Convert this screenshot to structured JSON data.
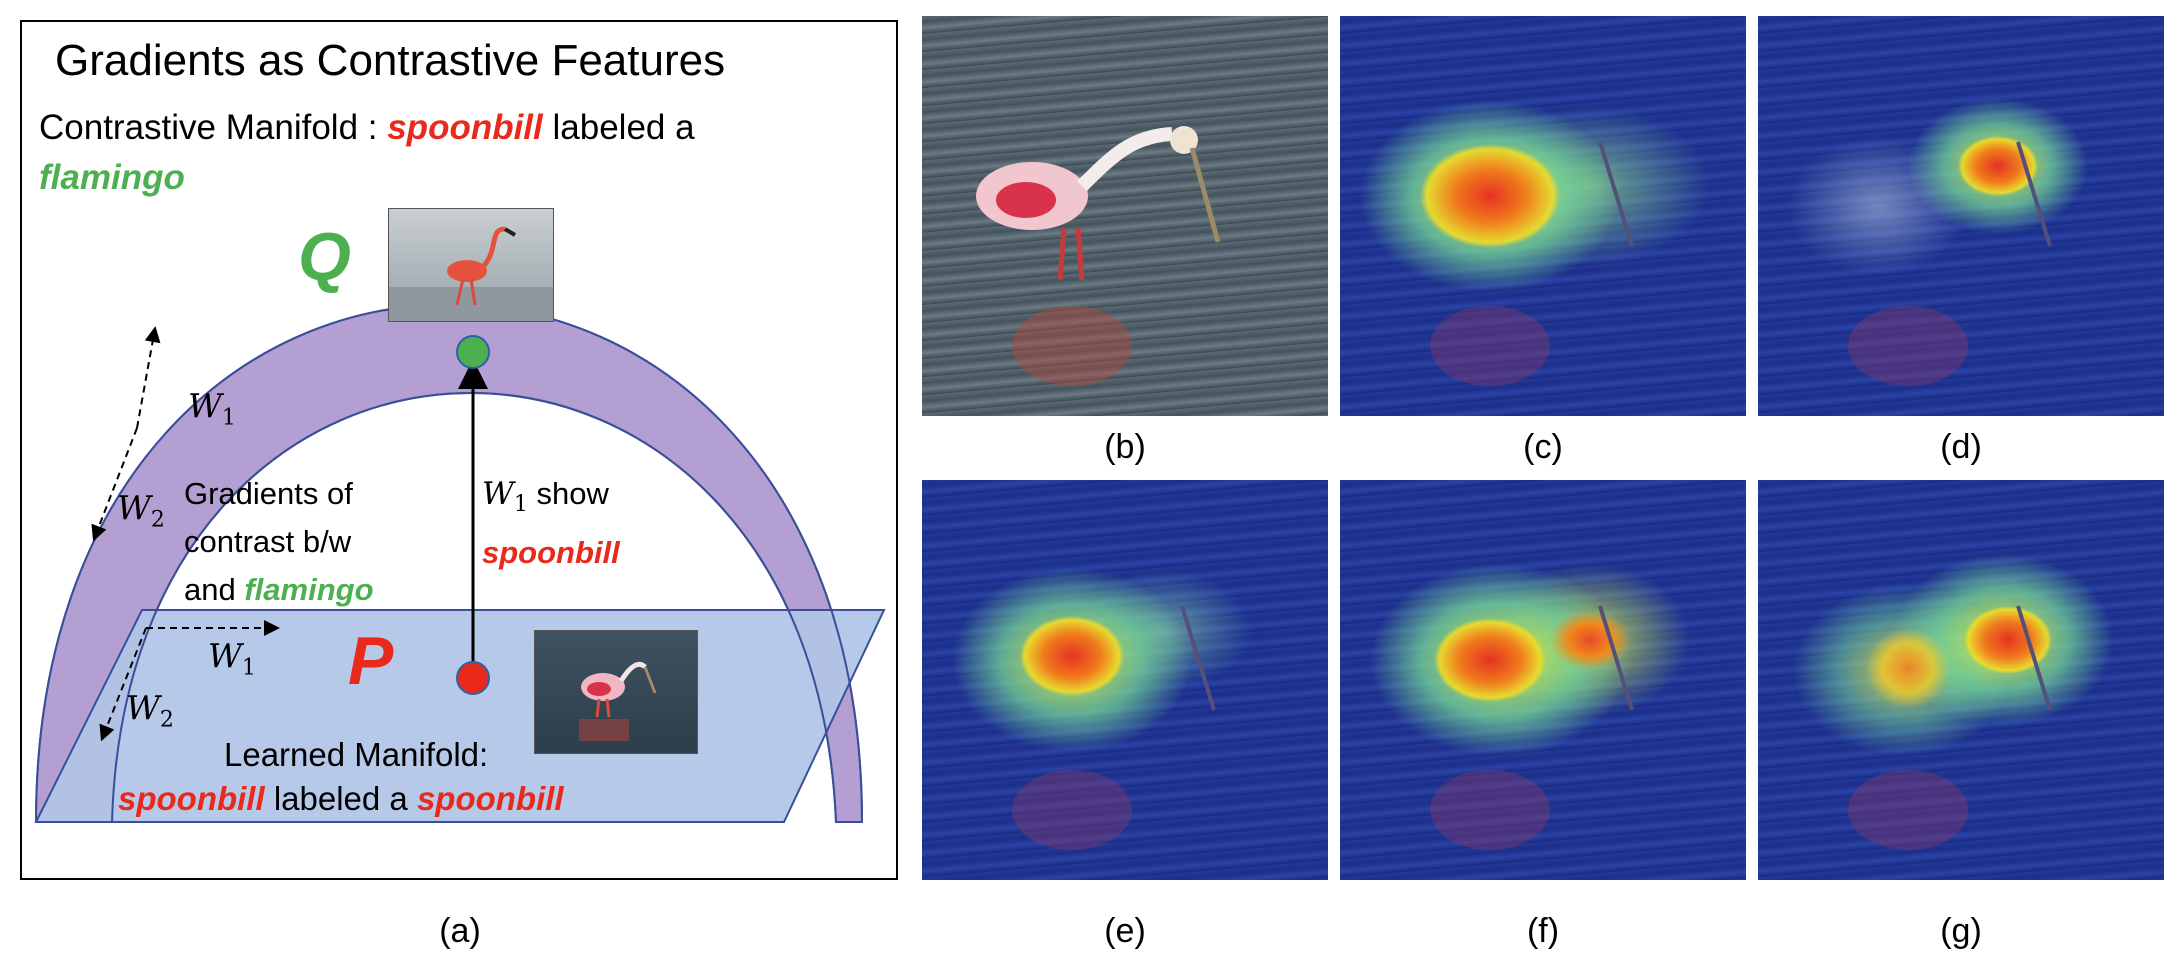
{
  "panel_a": {
    "title": "Gradients as Contrastive Features",
    "contrastive_manifold": {
      "prefix": "Contrastive Manifold : ",
      "label1": "spoonbill",
      "middle": " labeled a",
      "label2": "flamingo"
    },
    "point_q": "Q",
    "point_p": "P",
    "w1": "W",
    "w1_sub": "1",
    "w2": "W",
    "w2_sub": "2",
    "gradients_text": {
      "line1": "Gradients of",
      "line2": "contrast b/w",
      "line3_prefix": "and ",
      "line3_label": "flamingo"
    },
    "w1_show": {
      "w": "W",
      "sub": "1",
      "suffix": " show",
      "label": "spoonbill"
    },
    "learned_manifold": {
      "line1": "Learned Manifold:",
      "label1": "spoonbill",
      "middle": " labeled a ",
      "label2": "spoonbill"
    },
    "colors": {
      "red": "#e8291c",
      "green": "#4caf50",
      "contrastive_fill": "#b39fd1",
      "learned_fill": "#b1c4e6",
      "outline": "#3a4f9a"
    }
  },
  "panels": {
    "a": "(a)",
    "b": "(b)",
    "c": "(c)",
    "d": "(d)",
    "e": "(e)",
    "f": "(f)",
    "g": "(g)"
  }
}
